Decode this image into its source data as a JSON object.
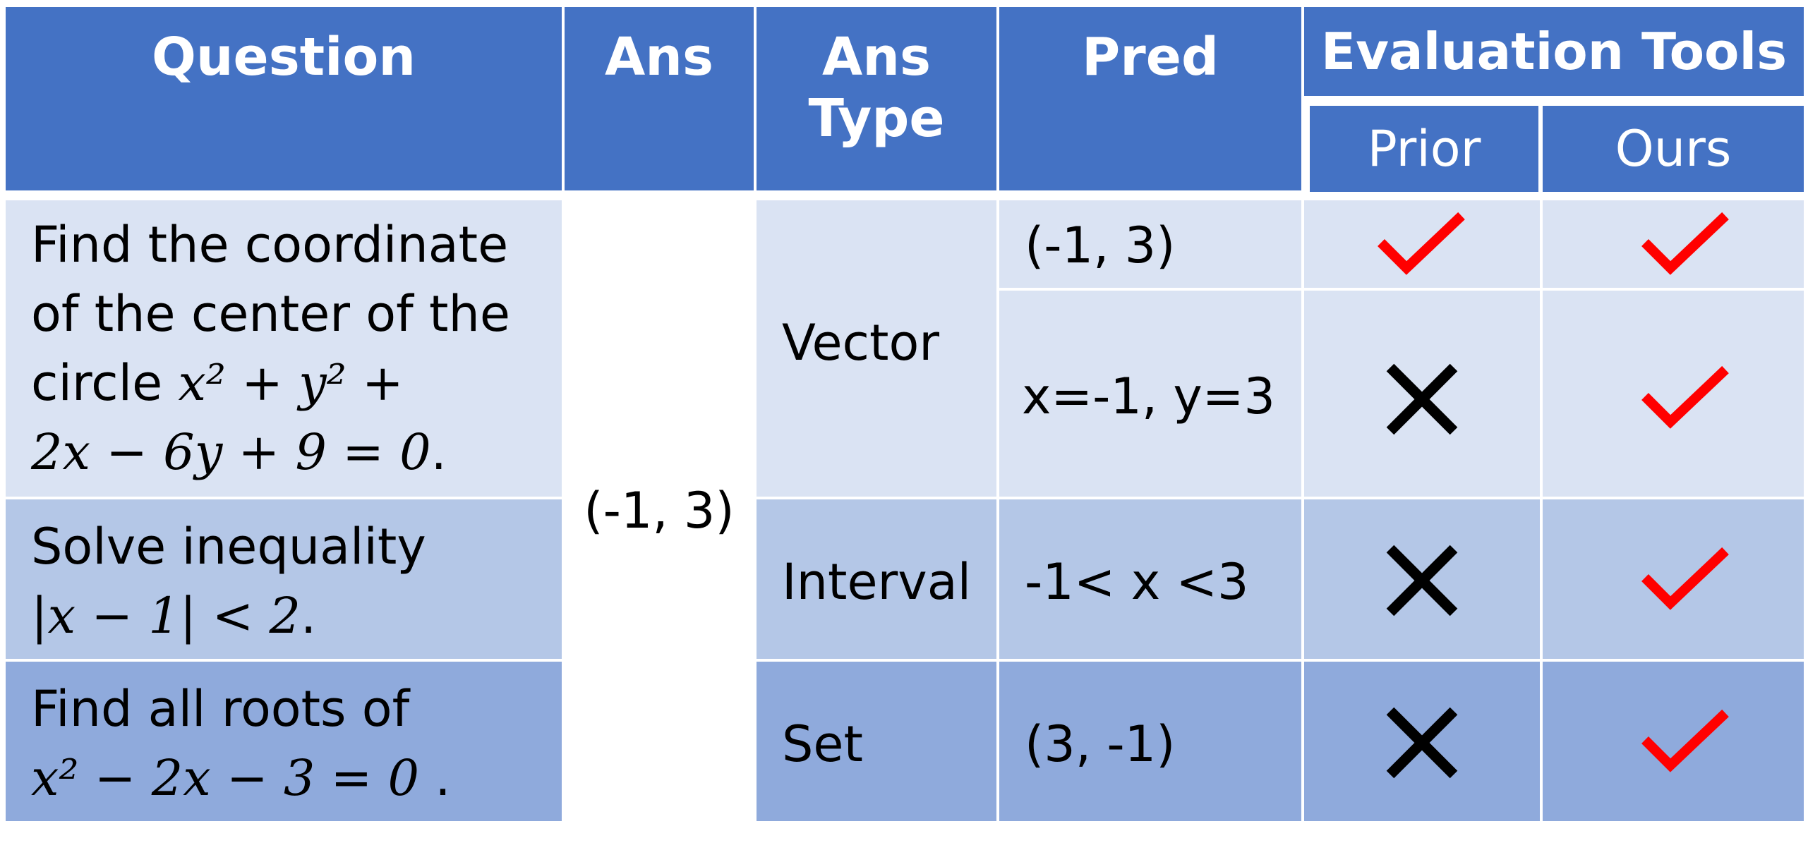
{
  "header": {
    "question": "Question",
    "ans": "Ans",
    "ans_type": "Ans Type",
    "pred": "Pred",
    "evaluation_tools": "Evaluation Tools",
    "prior": "Prior",
    "ours": "Ours"
  },
  "questions": [
    {
      "line1": "Find the coordinate",
      "line2": "of the center of the",
      "line3_text": "circle",
      "line3_math": "x² + y² +",
      "line4_math": "2x − 6y + 9 = 0",
      "line4_end": "."
    },
    {
      "line1": "Solve inequality",
      "line2_math": "|x − 1| < 2",
      "line2_end": "."
    },
    {
      "line1": "Find all roots of",
      "line2_math": "x² − 2x − 3 = 0",
      "line2_end": " ."
    }
  ],
  "answer": "(-1, 3)",
  "rows": [
    {
      "ans_type": "Vector",
      "pred": "(-1, 3)",
      "prior": "check",
      "ours": "check"
    },
    {
      "ans_type": "Vector",
      "pred": "x=-1, y=3",
      "prior": "cross",
      "ours": "check"
    },
    {
      "ans_type": "Interval",
      "pred": "-1< x <3",
      "prior": "cross",
      "ours": "check"
    },
    {
      "ans_type": "Set",
      "pred": "(3, -1)",
      "prior": "cross",
      "ours": "check"
    }
  ],
  "colors": {
    "header": "#4472c4",
    "row_light": "#dae3f3",
    "row_mid": "#b4c7e7",
    "row_dark": "#8faadc",
    "check": "#ff0000",
    "cross": "#000000"
  },
  "icons": {
    "check": "check-mark-icon",
    "cross": "cross-mark-icon"
  }
}
